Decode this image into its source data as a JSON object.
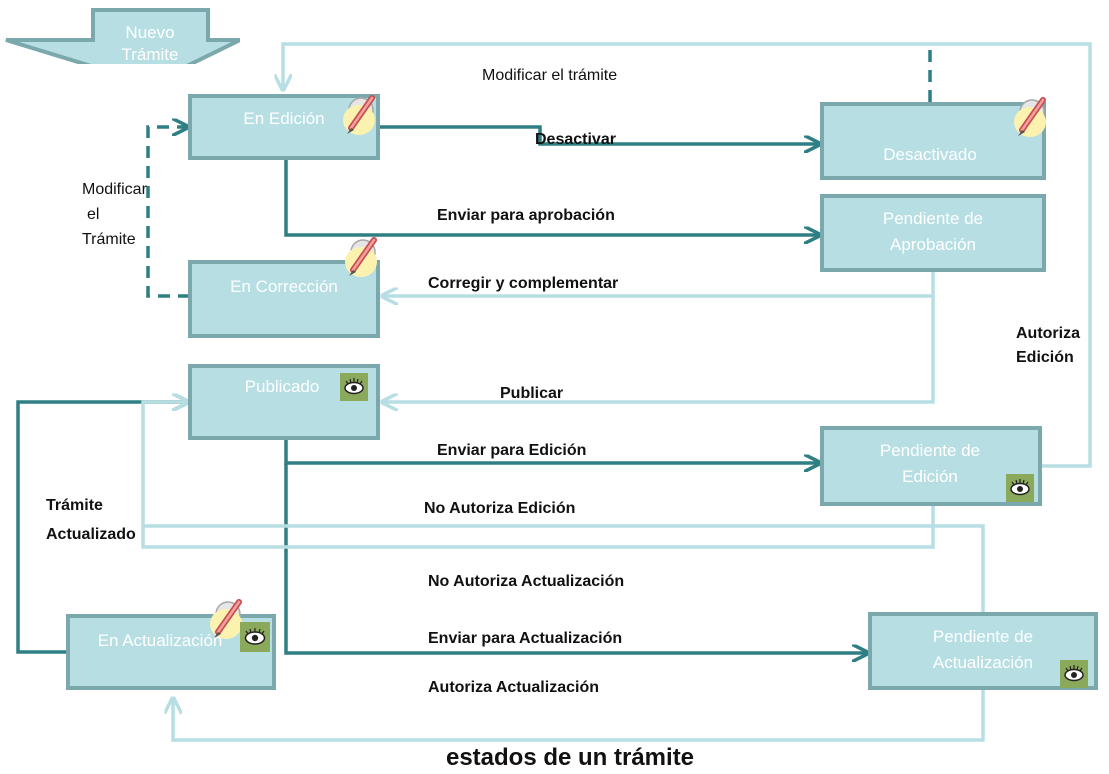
{
  "diagram": {
    "start": {
      "label_line1": "Nuevo",
      "label_line2": "Trámite"
    },
    "states": {
      "en_edicion": "En Edición",
      "desactivado": "Desactivado",
      "pendiente_aprobacion_1": "Pendiente de",
      "pendiente_aprobacion_2": "Aprobación",
      "en_correccion": "En Corrección",
      "publicado": "Publicado",
      "pendiente_edicion_1": "Pendiente de",
      "pendiente_edicion_2": "Edición",
      "en_actualizacion": "En Actualización",
      "pendiente_actualizacion_1": "Pendiente de",
      "pendiente_actualizacion_2": "Actualización"
    },
    "transitions": {
      "modificar_tramite_top": "Modificar el trámite",
      "desactivar": "Desactivar",
      "modificar_line1": "Modificar",
      "modificar_line2": "el",
      "modificar_line3": "Trámite",
      "enviar_aprobacion": "Enviar para aprobación",
      "corregir": "Corregir y complementar",
      "autoriza_edicion_line1": "Autoriza",
      "autoriza_edicion_line2": "Edición",
      "publicar": "Publicar",
      "enviar_edicion": "Enviar para Edición",
      "tramite_actualizado_line1": "Trámite",
      "tramite_actualizado_line2": "Actualizado",
      "no_autoriza_edicion": "No Autoriza Edición",
      "no_autoriza_actualizacion": "No Autoriza Actualización",
      "enviar_actualizacion": "Enviar para Actualización",
      "autoriza_actualizacion": "Autoriza Actualización"
    },
    "caption": "estados de un trámite",
    "colors": {
      "box_fill": "#b7dfe3",
      "box_border": "#7aa8ac",
      "dark_arrow": "#2e7f84",
      "light_arrow": "#b7dfe3",
      "eye_badge": "#8aa95a"
    }
  }
}
